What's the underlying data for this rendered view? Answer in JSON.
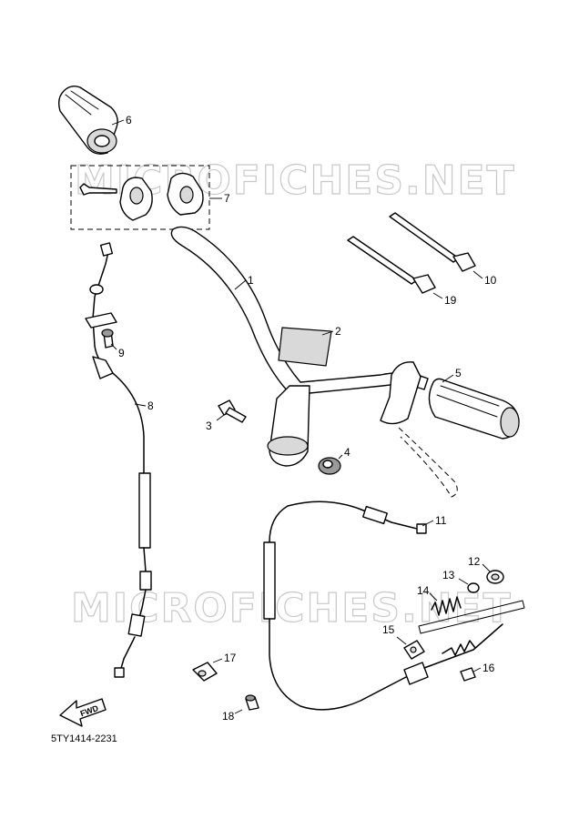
{
  "watermark": "MICROFICHES.NET",
  "diagram_code": "5TY1414-2231",
  "fwd_label": "FWD",
  "callouts": [
    "1",
    "2",
    "3",
    "4",
    "5",
    "6",
    "7",
    "8",
    "9",
    "10",
    "11",
    "12",
    "13",
    "14",
    "15",
    "16",
    "17",
    "18",
    "19"
  ]
}
